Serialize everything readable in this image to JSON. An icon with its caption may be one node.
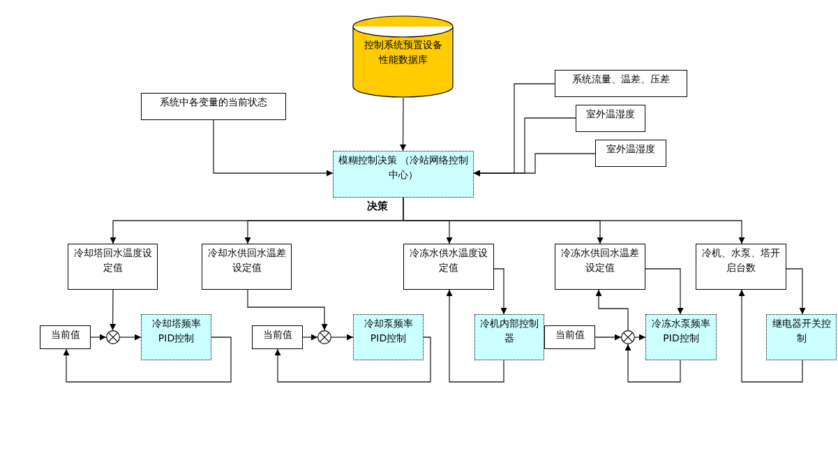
{
  "diagram": {
    "nodes": [
      {
        "text": [
          "控制系统预置设备性能数据库"
        ]
      },
      {
        "text": [
          "系统中各变量的当前状态"
        ]
      },
      {
        "text": [
          "系统流量、温差、压差"
        ]
      },
      {
        "text": [
          "室外温湿度"
        ]
      },
      {
        "text": [
          "室外温湿度"
        ]
      },
      {
        "text": [
          "模糊控制决策 （冷站网络控制中心）"
        ]
      },
      {
        "text": [
          "冷却塔回水温度设定值"
        ]
      },
      {
        "text": [
          "冷却水供回水温差设定值"
        ]
      },
      {
        "text": [
          "冷冻水供水温度设定值"
        ]
      },
      {
        "text": [
          "冷冻水供回水温差设定值"
        ]
      },
      {
        "text": [
          "冷机、水泵、塔开启台数"
        ]
      },
      {
        "text": [
          "当前值"
        ]
      },
      {
        "text": [],
        "shape": "circle"
      },
      {
        "text": [
          "冷却塔频率PID控制"
        ]
      },
      {
        "text": [
          "当前值"
        ]
      },
      {
        "text": [],
        "shape": "circle"
      },
      {
        "text": [
          "冷却泵频率PID控制"
        ]
      },
      {
        "text": [
          "冷机内部控制器"
        ]
      },
      {
        "text": [
          "当前值"
        ]
      },
      {
        "text": [],
        "shape": "circle"
      },
      {
        "text": [
          "冷冻水泵频率PID控制"
        ]
      },
      {
        "text": [
          "继电器开关控制"
        ]
      }
    ],
    "edges": [
      {
        "from": 0,
        "to": 5,
        "arrow": "to"
      },
      {
        "from": 1,
        "to": 5,
        "arrow": "to"
      },
      {
        "from": 2,
        "to": 5,
        "arrow": "to"
      },
      {
        "from": 3,
        "to": 5,
        "arrow": "to"
      },
      {
        "from": 4,
        "to": 5,
        "arrow": "to"
      },
      {
        "from": 5,
        "to": 6,
        "arrow": "to"
      },
      {
        "from": 5,
        "to": 7,
        "arrow": "to"
      },
      {
        "from": 5,
        "to": 8,
        "arrow": "to"
      },
      {
        "from": 5,
        "to": 9,
        "arrow": "to"
      },
      {
        "from": 5,
        "to": 10,
        "arrow": "to"
      },
      {
        "from": 6,
        "to": 12,
        "arrow": "to"
      },
      {
        "from": 11,
        "to": 12,
        "arrow": "to"
      },
      {
        "from": 12,
        "to": 13,
        "arrow": "to"
      },
      {
        "from": 13,
        "to": 11,
        "arrow": "to"
      },
      {
        "from": 7,
        "to": 15,
        "arrow": "to"
      },
      {
        "from": 14,
        "to": 15,
        "arrow": "to"
      },
      {
        "from": 15,
        "to": 16,
        "arrow": "to"
      },
      {
        "from": 16,
        "to": 14,
        "arrow": "to"
      },
      {
        "from": 8,
        "to": 17,
        "arrow": "to"
      },
      {
        "from": 17,
        "to": 8,
        "arrow": "to"
      },
      {
        "from": 18,
        "to": 19,
        "arrow": "to"
      },
      {
        "from": 19,
        "to": 20,
        "arrow": "to"
      },
      {
        "from": 9,
        "to": 20,
        "arrow": "to"
      },
      {
        "from": 20,
        "to": 19,
        "arrow": "to"
      },
      {
        "from": 19,
        "to": 9,
        "arrow": "to"
      },
      {
        "from": 10,
        "to": 21,
        "arrow": "to"
      },
      {
        "from": 21,
        "to": 10,
        "arrow": "to"
      }
    ],
    "labels": [
      "决策"
    ]
  }
}
